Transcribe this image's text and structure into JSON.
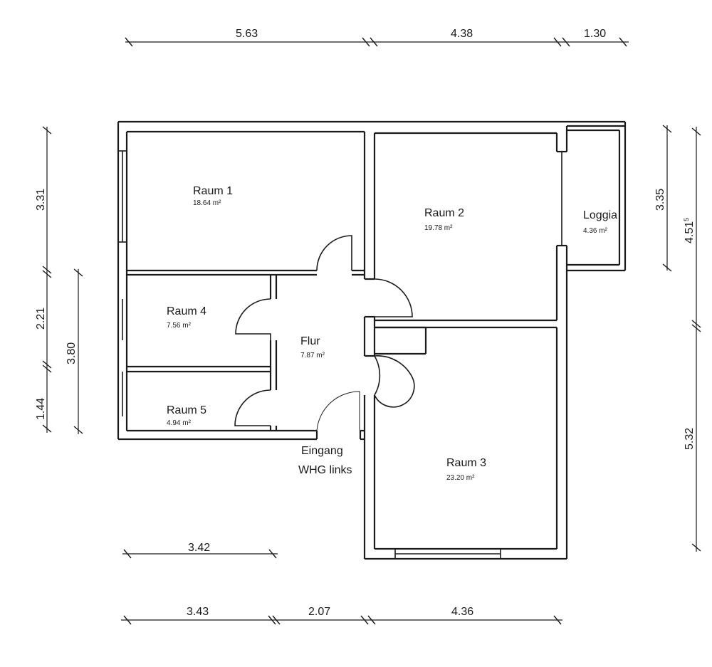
{
  "rooms": {
    "raum1": {
      "name": "Raum 1",
      "area": "18.64 m²"
    },
    "raum2": {
      "name": "Raum 2",
      "area": "19.78 m²"
    },
    "raum3": {
      "name": "Raum 3",
      "area": "23.20 m²"
    },
    "raum4": {
      "name": "Raum 4",
      "area": "7.56 m²"
    },
    "raum5": {
      "name": "Raum 5",
      "area": "4.94 m²"
    },
    "flur": {
      "name": "Flur",
      "area": "7.87 m²"
    },
    "loggia": {
      "name": "Loggia",
      "area": "4.36 m²"
    }
  },
  "entrance": {
    "line1": "Eingang",
    "line2": "WHG links"
  },
  "dimensions": {
    "top": [
      "5.63",
      "4.38",
      "1.30"
    ],
    "bottom_upper": "3.42",
    "bottom_lower": [
      "3.43",
      "2.07",
      "4.36"
    ],
    "left_outer": [
      "3.31",
      "2.21",
      "1.44"
    ],
    "left_inner": "3.80",
    "right_inner": "3.35",
    "right_outer_main": "4.51",
    "right_outer_sup": "5",
    "right_outer_lower": "5.32"
  }
}
